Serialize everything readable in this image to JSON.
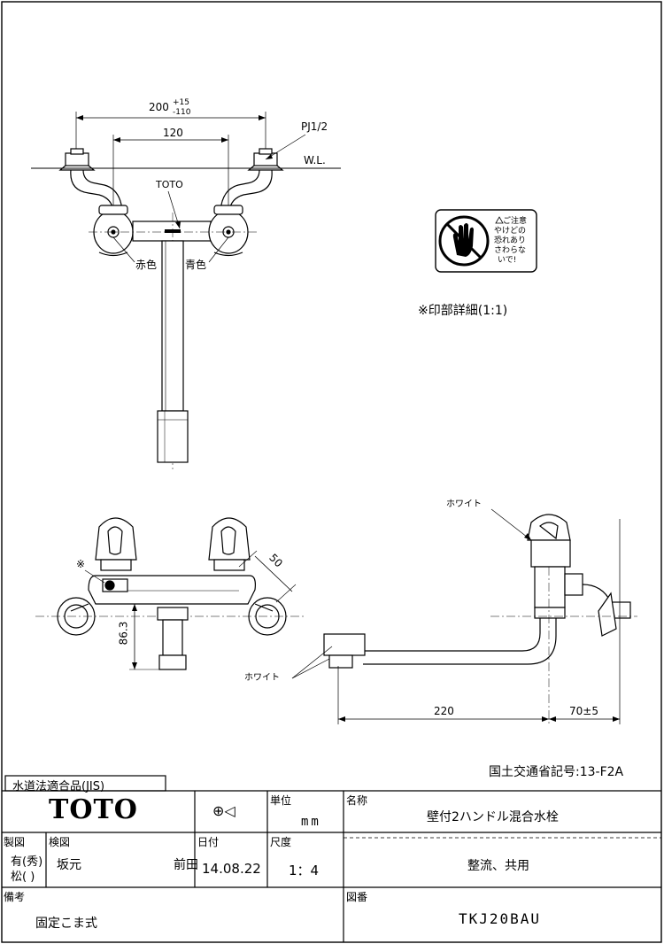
{
  "drawing": {
    "top_view": {
      "dim_overall_base": "200",
      "dim_overall_plus": "+15",
      "dim_overall_minus": "-110",
      "dim_inner": "120",
      "pipe_thread": "PJ1/2",
      "water_line": "W.L.",
      "brand_mark": "TOTO",
      "red_label": "赤色",
      "blue_label": "青色"
    },
    "sticker": {
      "line1": "ご注意",
      "line2": "やけどの",
      "line3": "恐れあり",
      "line4": "さわらな",
      "line5": "いで!"
    },
    "print_detail_note": "※印部詳細(1:1)",
    "front_view": {
      "asterisk": "※",
      "dim_50": "50",
      "dim_86_3": "86.3",
      "white_left": "ホワイト"
    },
    "side_view": {
      "white_top": "ホワイト",
      "dim_220": "220",
      "dim_70": "70±5"
    },
    "ministry_code": "国土交通省記号:13-F2A"
  },
  "title_block": {
    "jis_label": "水道法適合品(JIS)",
    "brand": "TOTO",
    "unit_header": "単位",
    "unit_value": "mm",
    "name_header": "名称",
    "product_name": "壁付2ハンドル混合水栓",
    "drawn_header": "製図",
    "drawn_by_1": "有(秀)",
    "drawn_by_2": "松( )",
    "checked_header": "検図",
    "checked_by": "坂元",
    "checked_by_2": "前田",
    "date_header": "日付",
    "date_value": "14.08.22",
    "scale_header": "尺度",
    "scale_value": "1：4",
    "feature_text": "整流、共用",
    "remarks_header": "備考",
    "remarks_value": "固定こま式",
    "drawing_no_header": "図番",
    "drawing_no": "TKJ20BAU"
  }
}
